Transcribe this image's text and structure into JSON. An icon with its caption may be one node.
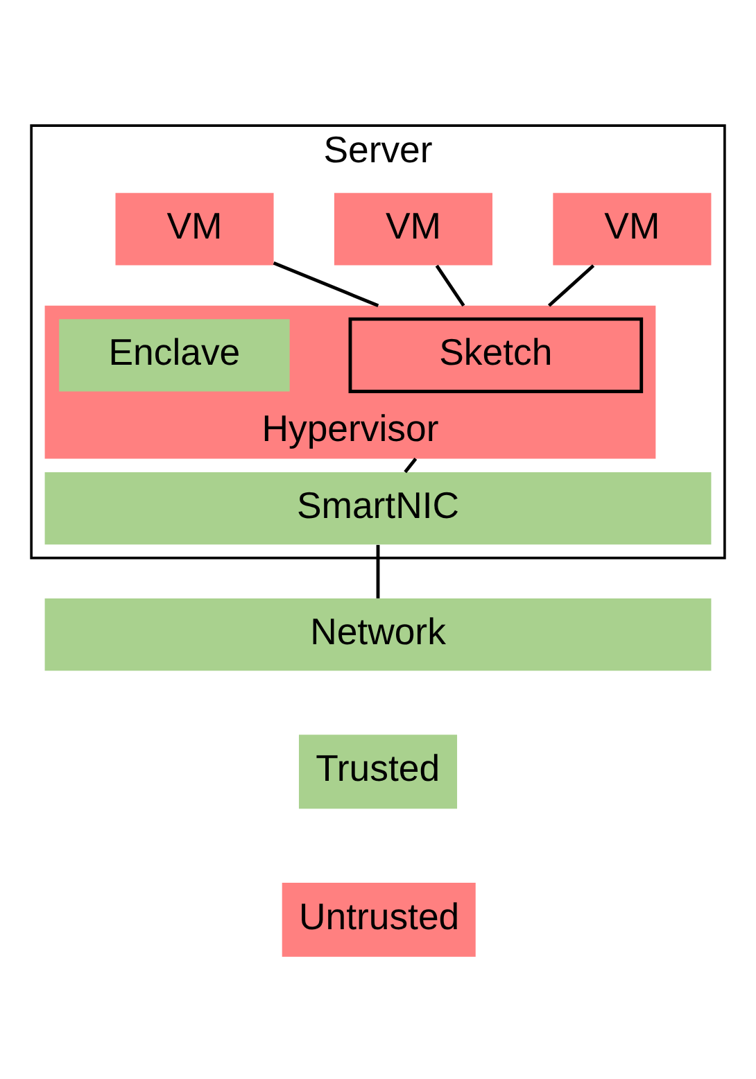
{
  "diagram": {
    "nodes": [
      {
        "text": [
          "Server"
        ]
      },
      {
        "text": [
          "VM"
        ],
        "in": 0
      },
      {
        "text": [
          "VM"
        ],
        "in": 0
      },
      {
        "text": [
          "VM"
        ],
        "in": 0
      },
      {
        "text": [
          "Hypervisor"
        ],
        "in": 0
      },
      {
        "text": [
          "Sketch"
        ],
        "in": 4
      },
      {
        "text": [
          "Enclave"
        ],
        "in": 4
      },
      {
        "text": [
          "SmartNIC"
        ],
        "in": 0
      },
      {
        "text": [
          "Network"
        ]
      }
    ],
    "edges": [
      {
        "from": 1,
        "to": 4,
        "arrow": "none"
      },
      {
        "from": 2,
        "to": 4,
        "arrow": "none"
      },
      {
        "from": 3,
        "to": 4,
        "arrow": "none"
      },
      {
        "from": 4,
        "to": 7,
        "arrow": "none"
      },
      {
        "from": 7,
        "to": 8,
        "arrow": "none"
      }
    ],
    "legend": [
      {
        "text": "Trusted",
        "color": "#a9d18e"
      },
      {
        "text": "Untrusted",
        "color": "#ff8080"
      }
    ]
  }
}
